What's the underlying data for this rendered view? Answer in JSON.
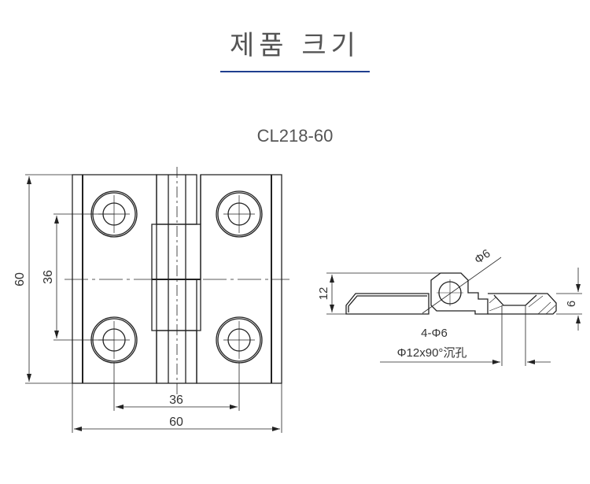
{
  "header": {
    "title": "제품 크기",
    "accent_color": "#1f3f8f"
  },
  "model": "CL218-60",
  "front_view": {
    "height_dim": "60",
    "hole_vertical_spacing": "36",
    "hole_horizontal_spacing": "36",
    "width_dim": "60"
  },
  "side_view": {
    "thickness_dim": "12",
    "pin_diameter": "Φ6",
    "leaf_thickness_dim": "6",
    "hole_count_spec": "4-Φ6",
    "countersink_spec": "Φ12x90°沉孔"
  }
}
